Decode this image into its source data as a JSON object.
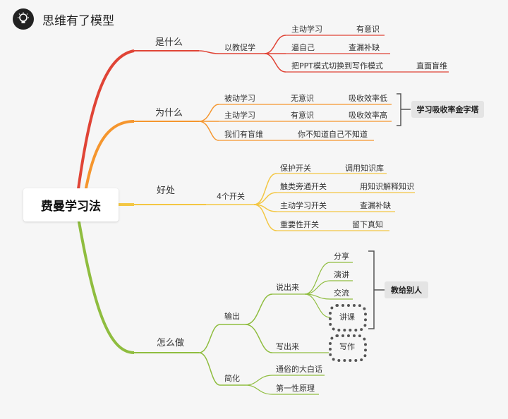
{
  "brand": {
    "name": "思维有了模型",
    "icon": "lightbulb-icon"
  },
  "root": "费曼学习法",
  "branches": {
    "what": {
      "label": "是什么",
      "color": "#e04436",
      "child": "以教促学",
      "items": [
        {
          "label": "主动学习",
          "detail": "有意识"
        },
        {
          "label": "逼自己",
          "detail": "查漏补缺"
        },
        {
          "label": "把PPT模式切换到写作模式",
          "detail": "直面盲维"
        }
      ]
    },
    "why": {
      "label": "为什么",
      "color": "#f5962e",
      "items": [
        {
          "label": "被动学习",
          "mid": "无意识",
          "detail": "吸收效率低"
        },
        {
          "label": "主动学习",
          "mid": "有意识",
          "detail": "吸收效率高"
        },
        {
          "label": "我们有盲维",
          "detail": "你不知道自己不知道"
        }
      ],
      "summary": "学习吸收率金字塔"
    },
    "benefit": {
      "label": "好处",
      "color": "#f3c744",
      "child": "4个开关",
      "items": [
        {
          "label": "保护开关",
          "detail": "调用知识库"
        },
        {
          "label": "触类旁通开关",
          "detail": "用知识解释知识"
        },
        {
          "label": "主动学习开关",
          "detail": "查漏补缺"
        },
        {
          "label": "重要性开关",
          "detail": "留下真知"
        }
      ]
    },
    "how": {
      "label": "怎么做",
      "color": "#8fbd3f",
      "output": {
        "label": "输出",
        "speak": {
          "label": "说出来",
          "items": [
            "分享",
            "演讲",
            "交流",
            "讲课"
          ]
        },
        "write": {
          "label": "写出来",
          "items": [
            "写作"
          ]
        }
      },
      "simplify": {
        "label": "简化",
        "items": [
          "通俗的大白话",
          "第一性原理"
        ]
      },
      "summary": "教给别人"
    }
  }
}
